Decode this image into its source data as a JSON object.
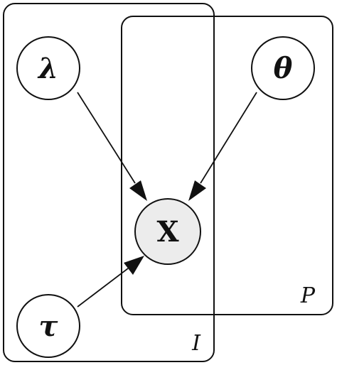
{
  "diagram": {
    "plates": {
      "I": {
        "label": "I"
      },
      "P": {
        "label": "P"
      }
    },
    "nodes": {
      "lambda": {
        "label": "λ",
        "fill": "#ffffff",
        "observed": false
      },
      "theta": {
        "label": "θ",
        "fill": "#ffffff",
        "observed": false
      },
      "x": {
        "label": "X",
        "fill": "#ececec",
        "observed": true
      },
      "tau": {
        "label": "τ",
        "fill": "#ffffff",
        "observed": false
      }
    },
    "edges": [
      {
        "from": "λ",
        "to": "X"
      },
      {
        "from": "θ",
        "to": "X"
      },
      {
        "from": "τ",
        "to": "X"
      }
    ]
  }
}
